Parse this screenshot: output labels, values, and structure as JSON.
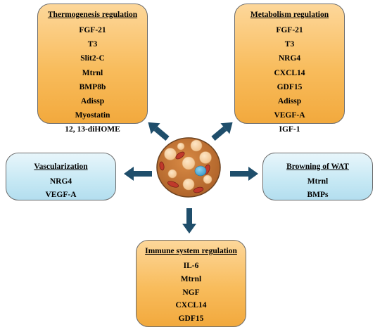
{
  "boxes": {
    "thermogenesis": {
      "title": "Thermogenesis regulation",
      "items": [
        "FGF-21",
        "T3",
        "Slit2-C",
        "Mtrnl",
        "BMP8b",
        "Adissp",
        "Myostatin",
        "12, 13-diHOME"
      ]
    },
    "metabolism": {
      "title": "Metabolism regulation",
      "items": [
        "FGF-21",
        "T3",
        "NRG4",
        "CXCL14",
        "GDF15",
        "Adissp",
        "VEGF-A",
        "IGF-1"
      ]
    },
    "vascularization": {
      "title": "Vascularization",
      "items": [
        "NRG4",
        "VEGF-A"
      ]
    },
    "browning": {
      "title": "Browning of WAT",
      "items": [
        "Mtrnl",
        "BMPs"
      ]
    },
    "immune": {
      "title": "Immune system regulation",
      "items": [
        "IL-6",
        "Mtrnl",
        "NGF",
        "CXCL14",
        "GDF15"
      ]
    }
  },
  "colors": {
    "orange_box": "#f8bc5c",
    "blue_box": "#c6e8f4",
    "arrow": "#1f4e6b",
    "cell": "#c87533",
    "mitochondria": "#c0392b",
    "nucleus": "#5bb4d8",
    "lipid": "#f6d2a6"
  }
}
